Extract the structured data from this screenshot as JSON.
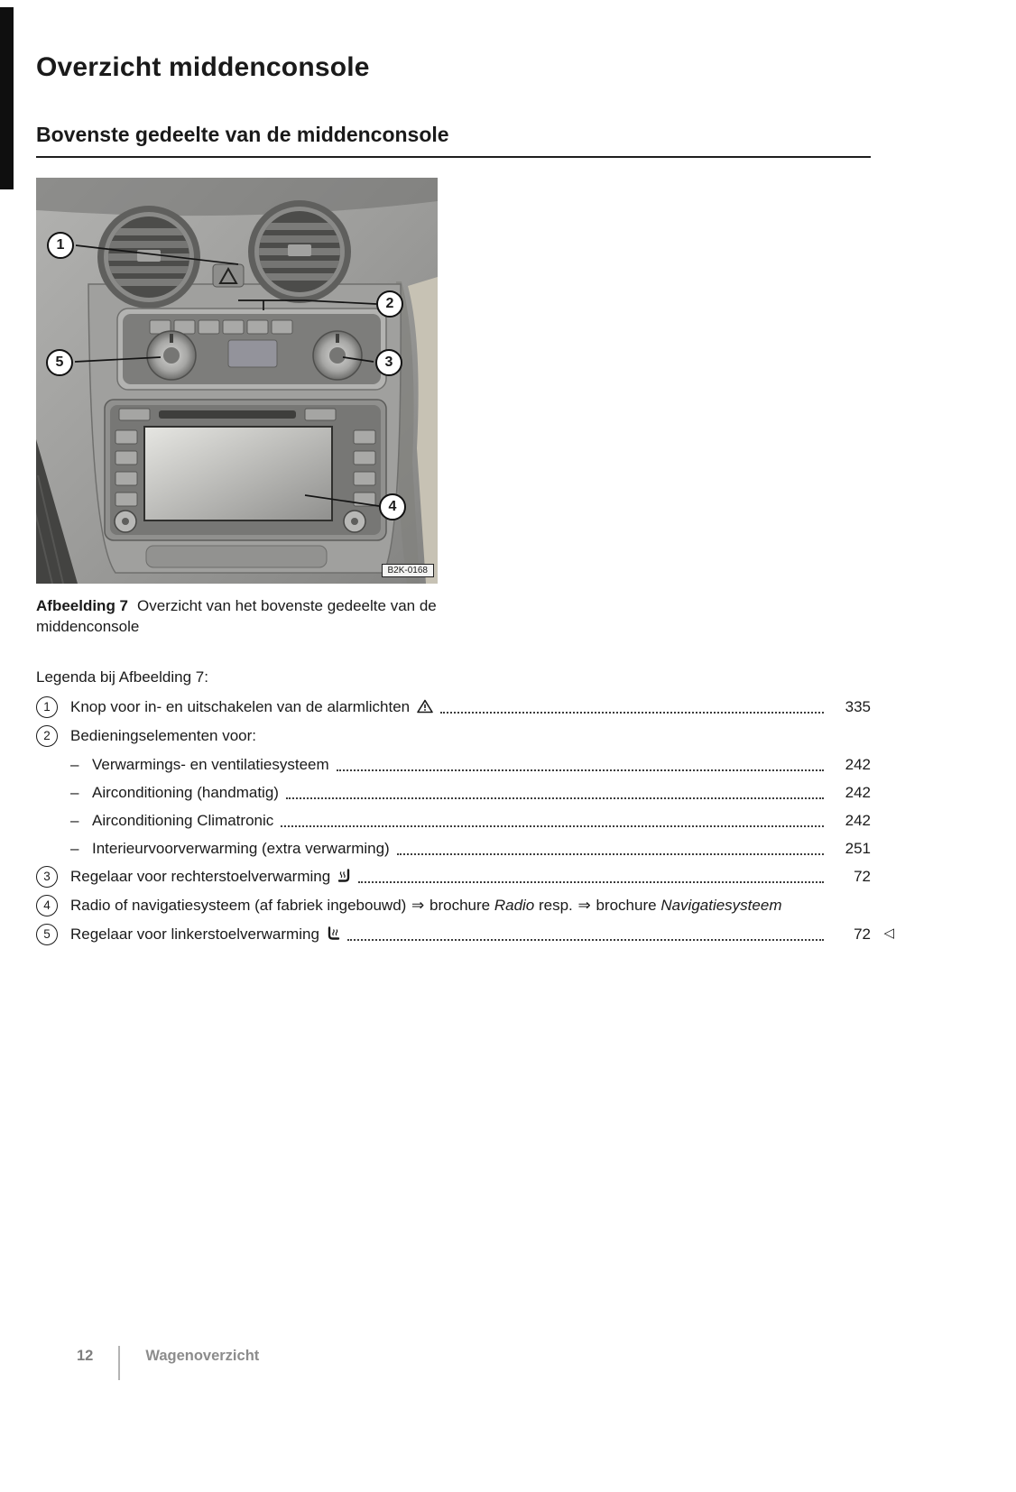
{
  "page": {
    "title": "Overzicht middenconsole",
    "section_heading": "Bovenste gedeelte van de middenconsole",
    "footer": {
      "page_number": "12",
      "section_label": "Wagenoverzicht"
    }
  },
  "figure": {
    "image_code": "B2K-0168",
    "caption": {
      "label": "Afbeelding 7",
      "text": "Overzicht van het bovenste gedeelte van de middenconsole"
    },
    "callouts": {
      "c1": "1",
      "c2": "2",
      "c3": "3",
      "c4": "4",
      "c5": "5"
    }
  },
  "legend": {
    "intro": "Legenda bij Afbeelding 7:",
    "sub_dash": "–",
    "items": [
      {
        "num": "1",
        "text": "Knop voor in- en uitschakelen van de alarmlichten",
        "page": "335"
      },
      {
        "num": "2",
        "text": "Bedieningselementen voor:",
        "subs": [
          {
            "text": "Verwarmings- en ventilatiesysteem",
            "page": "242"
          },
          {
            "text": "Airconditioning (handmatig)",
            "page": "242"
          },
          {
            "text": "Airconditioning Climatronic",
            "page": "242"
          },
          {
            "text": "Interieurvoorverwarming (extra verwarming)",
            "page": "251"
          }
        ]
      },
      {
        "num": "3",
        "text": "Regelaar voor rechterstoelverwarming",
        "page": "72"
      },
      {
        "num": "4",
        "seg": {
          "t1": "Radio of navigatiesysteem (af fabriek ingebouwd) ",
          "arrow1": "⇒",
          "t2": " brochure ",
          "it1": "Radio",
          "t3": " resp. ",
          "arrow2": "⇒",
          "t4": " brochure ",
          "it2": "Navigatiesysteem"
        }
      },
      {
        "num": "5",
        "text": "Regelaar voor linkerstoelverwarming",
        "page": "72",
        "end_marker": "◁"
      }
    ]
  },
  "icons": {
    "warning_triangle": "warning-triangle",
    "seat_heating_right": "seat-heating-right",
    "seat_heating_left": "seat-heating-left",
    "section_end": "left-open-triangle"
  }
}
